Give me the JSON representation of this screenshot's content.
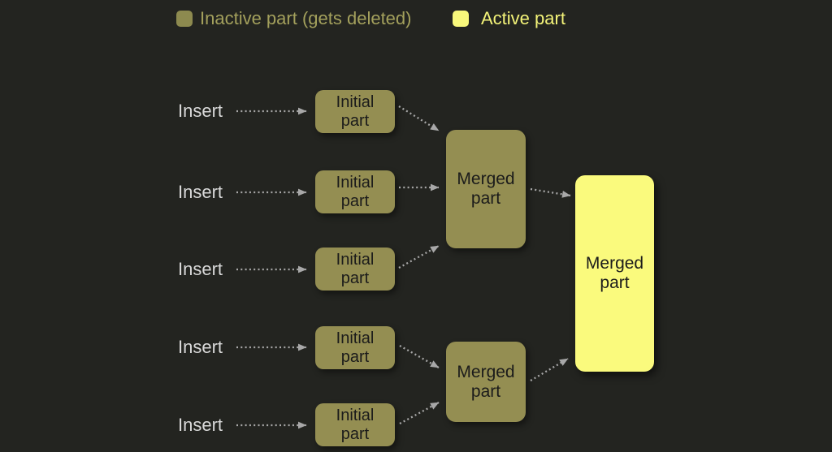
{
  "legend": {
    "items": [
      {
        "label": "Inactive part (gets deleted)",
        "color": "#8d8a4f",
        "text_color": "#a3a05c"
      },
      {
        "label": "Active part",
        "color": "#f8f87b",
        "text_color": "#f3f378"
      }
    ]
  },
  "diagram": {
    "insert_labels": [
      "Insert",
      "Insert",
      "Insert",
      "Insert",
      "Insert"
    ],
    "initial_parts": [
      "Initial part",
      "Initial part",
      "Initial part",
      "Initial part",
      "Initial part"
    ],
    "merged_parts": [
      {
        "label": "Merged part",
        "state": "inactive"
      },
      {
        "label": "Merged part",
        "state": "inactive"
      },
      {
        "label": "Merged part",
        "state": "active"
      }
    ]
  },
  "colors": {
    "background": "#232420",
    "inactive_part": "#948e52",
    "active_part": "#fafa7d",
    "arrow": "#a8a8a8",
    "insert_text": "#d9d9d9",
    "box_text": "#1b1b1b"
  }
}
